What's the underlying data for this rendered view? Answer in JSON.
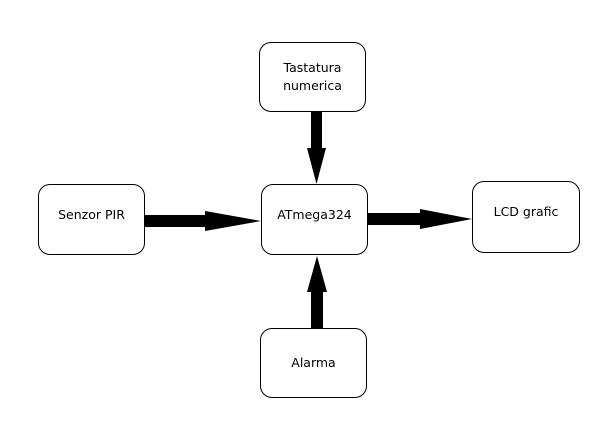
{
  "diagram": {
    "nodes": [
      {
        "id": "keypad",
        "label": "Tastatura\nnumerica"
      },
      {
        "id": "pir",
        "label": "Senzor PIR"
      },
      {
        "id": "mcu",
        "label": "ATmega324"
      },
      {
        "id": "lcd",
        "label": "LCD grafic"
      },
      {
        "id": "alarm",
        "label": "Alarma"
      }
    ],
    "edges": [
      {
        "from": "keypad",
        "to": "mcu"
      },
      {
        "from": "pir",
        "to": "mcu"
      },
      {
        "from": "mcu",
        "to": "lcd"
      },
      {
        "from": "alarm",
        "to": "mcu"
      }
    ],
    "colors": {
      "arrow": "#000000",
      "box_border": "#000000",
      "background": "#ffffff"
    }
  }
}
